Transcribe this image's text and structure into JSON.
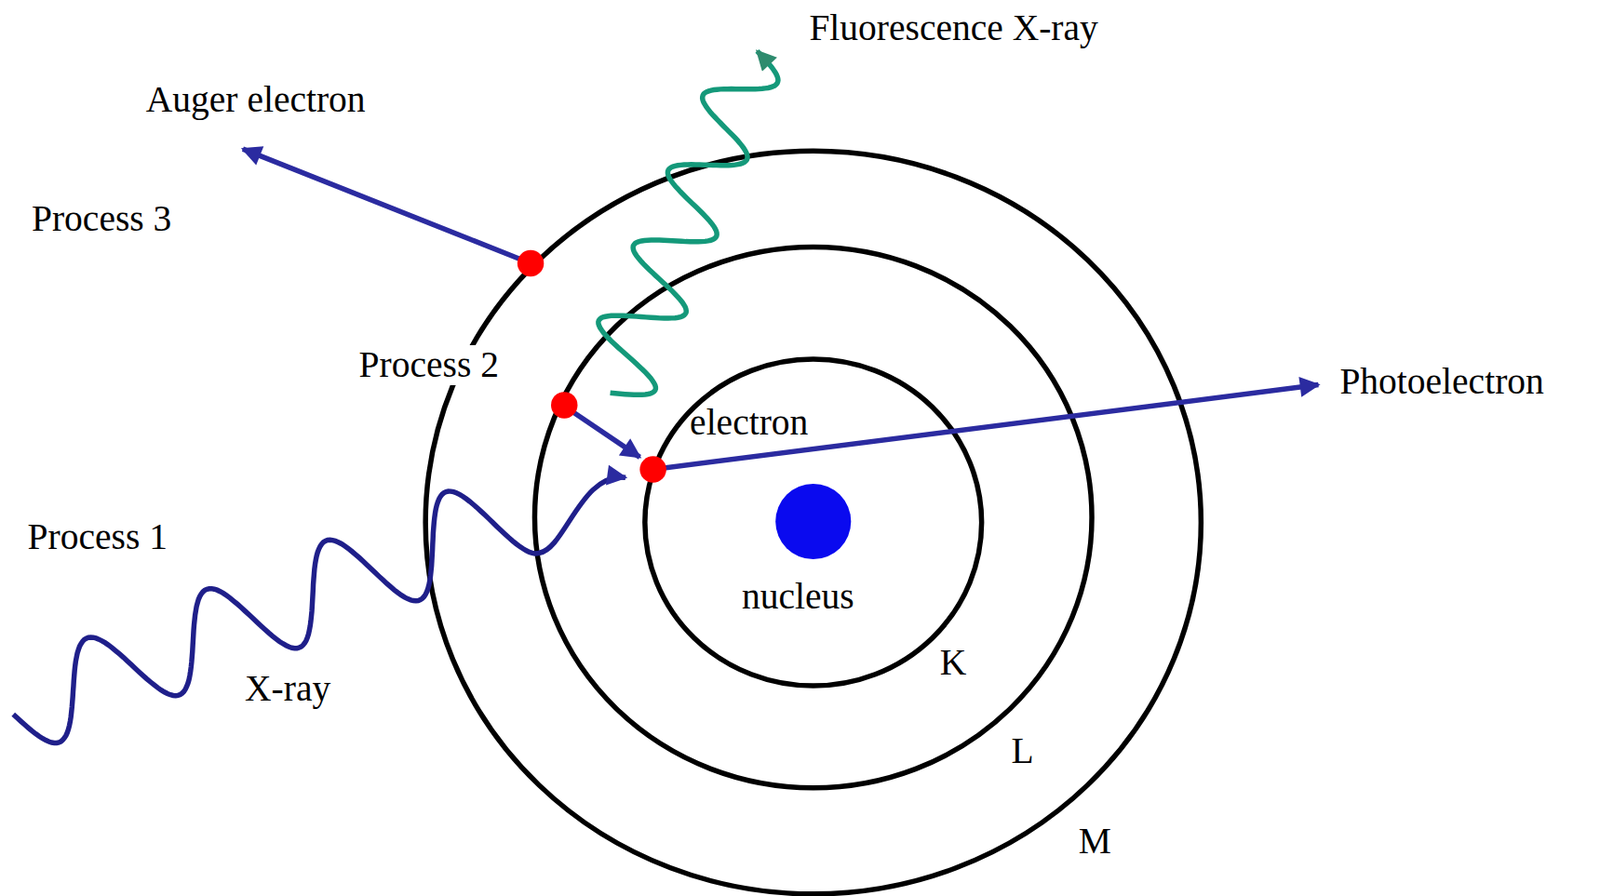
{
  "diagram": {
    "labels": [
      "Fluorescence X-ray",
      "Auger electron",
      "Process 3",
      "Process 2",
      "Process 1",
      "X-ray",
      "electron",
      "Photoelectron",
      "nucleus",
      "K",
      "L",
      "M"
    ]
  }
}
